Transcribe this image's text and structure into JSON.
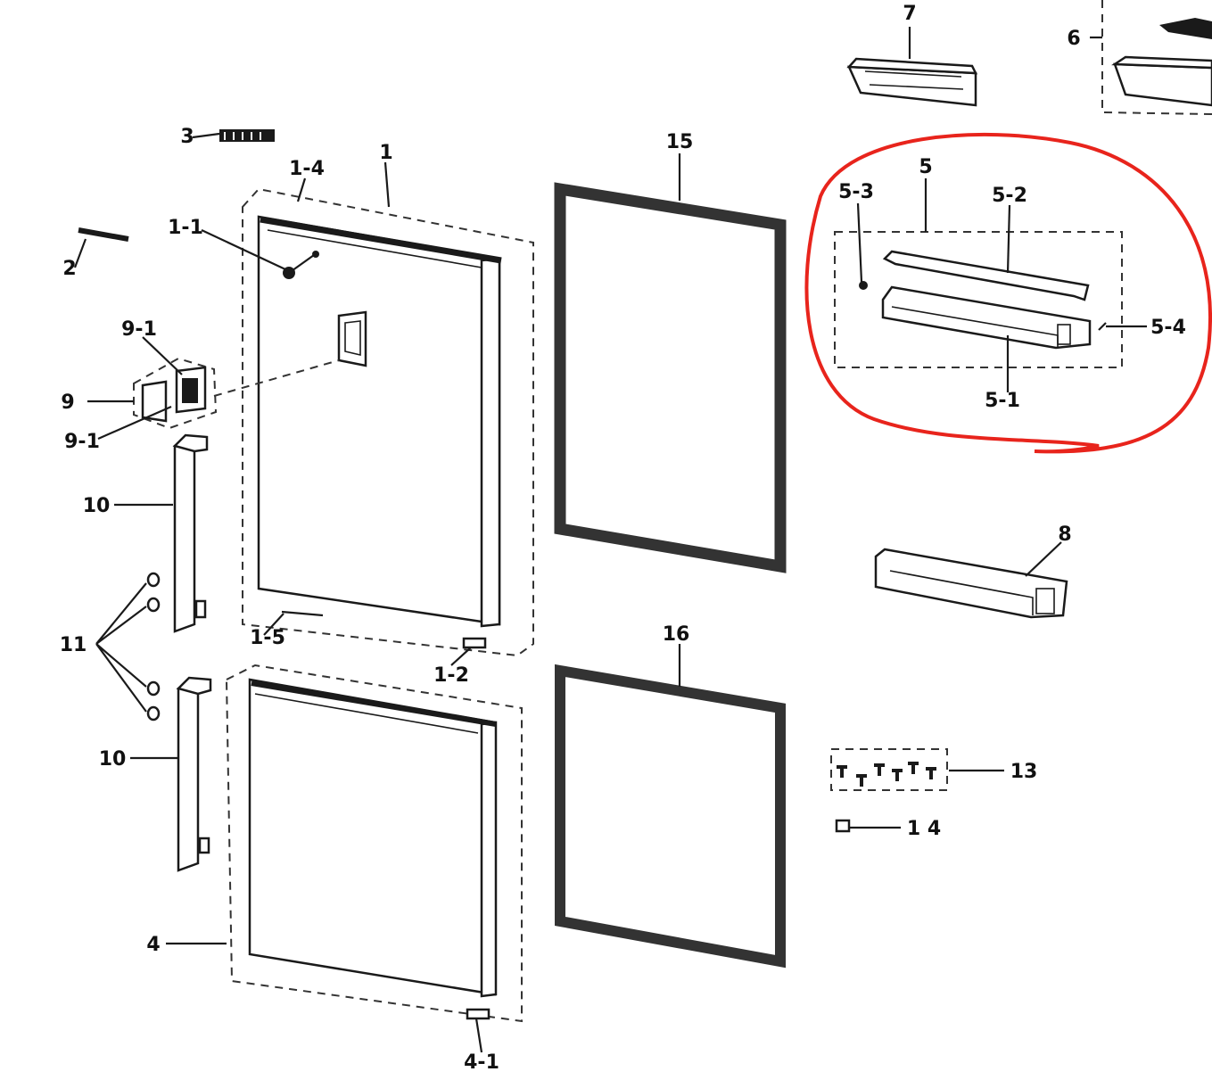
{
  "labels": {
    "l_1": "1",
    "l_1_1": "1-1",
    "l_1_2": "1-2",
    "l_1_4": "1-4",
    "l_1_5": "1-5",
    "l_2": "2",
    "l_3": "3",
    "l_4": "4",
    "l_4_1": "4-1",
    "l_5": "5",
    "l_5_1": "5-1",
    "l_5_2": "5-2",
    "l_5_3": "5-3",
    "l_5_4": "5-4",
    "l_6": "6",
    "l_7": "7",
    "l_8": "8",
    "l_9": "9",
    "l_9_1a": "9-1",
    "l_9_1b": "9-1",
    "l_10a": "10",
    "l_10b": "10",
    "l_11": "11",
    "l_13": "13",
    "l_14": "1 4",
    "l_15": "15",
    "l_16": "16"
  },
  "colors": {
    "ink": "#1a1a1a",
    "highlight": "#e8241c",
    "background": "#ffffff"
  }
}
